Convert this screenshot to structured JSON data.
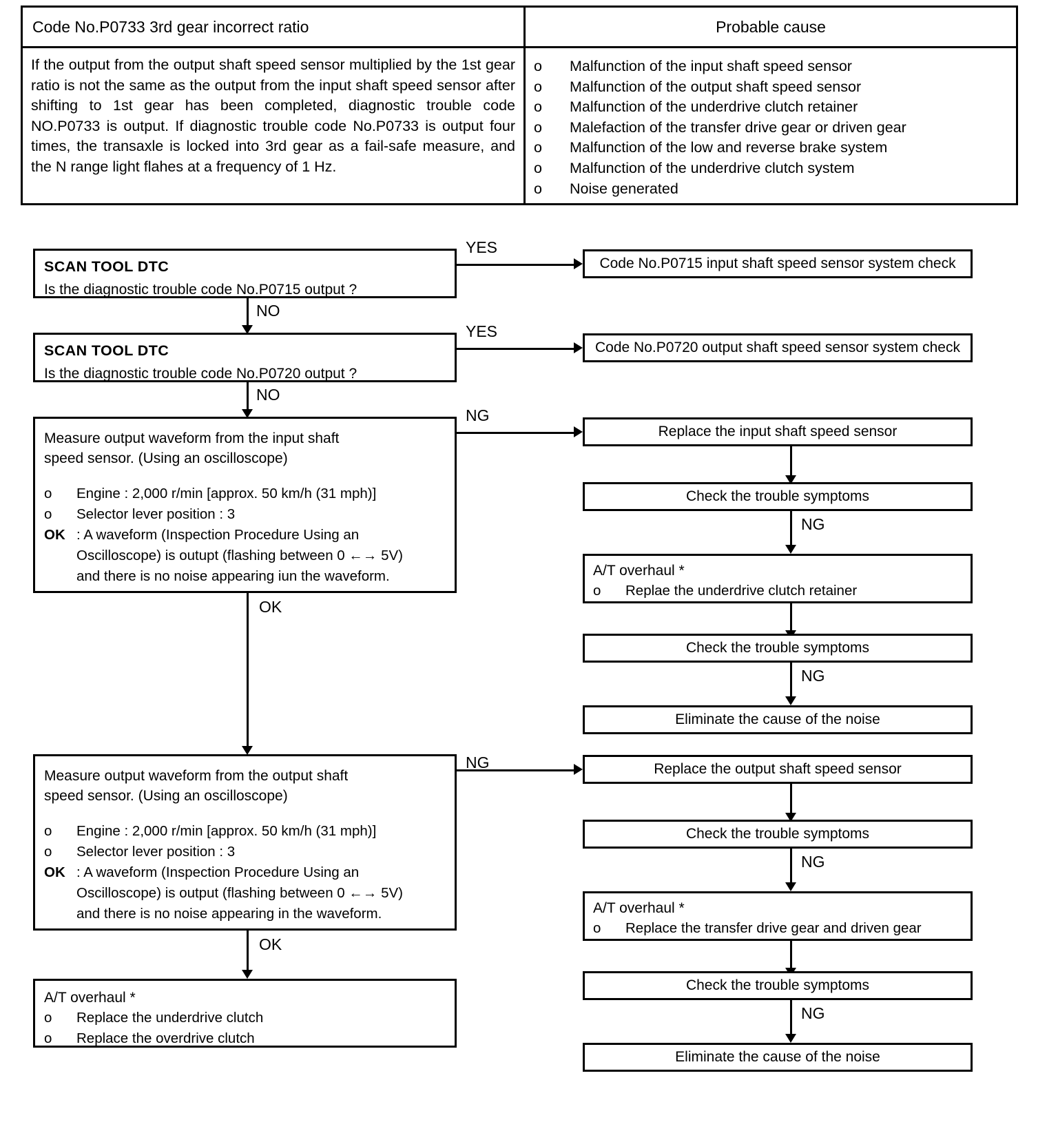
{
  "table": {
    "header_left": "Code No.P0733 3rd gear incorrect ratio",
    "header_right": "Probable cause",
    "description": "If the output from the output shaft speed sensor multiplied by the 1st gear ratio is not the same as the output from the input shaft speed sensor after shifting to 1st gear has been completed, diagnostic trouble code NO.P0733 is output. If diagnostic trouble code No.P0733 is output four times, the transaxle is locked into 3rd gear as a fail-safe measure, and the N range light flahes at a frequency of 1 Hz.",
    "bullet": "o",
    "causes": [
      "Malfunction of the input shaft speed sensor",
      "Malfunction of the output shaft speed sensor",
      "Malfunction of the underdrive clutch retainer",
      "Malefaction of the transfer drive gear or driven gear",
      "Malfunction of the low and reverse brake system",
      "Malfunction of the underdrive clutch system",
      "Noise generated"
    ]
  },
  "flow": {
    "labels": {
      "yes": "YES",
      "no": "NO",
      "ng": "NG",
      "ok": "OK"
    },
    "step1": {
      "title": "SCAN TOOL DTC",
      "question": "Is the diagnostic trouble code No.P0715 output ?",
      "yes_target": "Code No.P0715 input shaft speed sensor system check"
    },
    "step2": {
      "title": "SCAN TOOL DTC",
      "question": "Is the diagnostic trouble code No.P0720 output ?",
      "yes_target": "Code No.P0720 output shaft speed sensor system check"
    },
    "step3": {
      "line1": "Measure output waveform from the input shaft",
      "line2": "speed sensor. (Using an oscilloscope)",
      "bullet": "o",
      "item1": "Engine : 2,000 r/min [approx. 50 km/h (31 mph)]",
      "item2": "Selector lever position : 3",
      "ok_label": "OK",
      "ok_line1": ": A waveform (Inspection Procedure Using an",
      "ok_line2": "Oscilloscope) is outupt (flashing between 0 ←→    5V)",
      "ok_line3": "and there is no noise appearing iun the waveform."
    },
    "step4": {
      "line1": "Measure output waveform from the output shaft",
      "line2": "speed sensor. (Using an oscilloscope)",
      "bullet": "o",
      "item1": "Engine : 2,000 r/min [approx. 50 km/h (31 mph)]",
      "item2": "Selector lever position : 3",
      "ok_label": "OK",
      "ok_line1": ": A waveform (Inspection Procedure Using an",
      "ok_line2": "Oscilloscope) is output (flashing between 0 ←→    5V)",
      "ok_line3": "and there is no noise appearing in the waveform."
    },
    "final_left": {
      "title": "A/T overhaul *",
      "bullet": "o",
      "item1": "Replace the underdrive clutch",
      "item2": "Replace the overdrive clutch"
    },
    "right_branch_a": {
      "replace": "Replace the input shaft speed sensor",
      "check1": "Check the trouble symptoms",
      "overhaul_title": "A/T overhaul *",
      "overhaul_bullet": "o",
      "overhaul_item": "Replae the underdrive clutch retainer",
      "check2": "Check the trouble symptoms",
      "eliminate": "Eliminate the cause of the noise"
    },
    "right_branch_b": {
      "replace": "Replace the output shaft speed sensor",
      "check1": "Check the trouble symptoms",
      "overhaul_title": "A/T overhaul *",
      "overhaul_bullet": "o",
      "overhaul_item": "Replace the transfer drive gear and driven gear",
      "check2": "Check the trouble symptoms",
      "eliminate": "Eliminate the cause of the noise"
    }
  }
}
